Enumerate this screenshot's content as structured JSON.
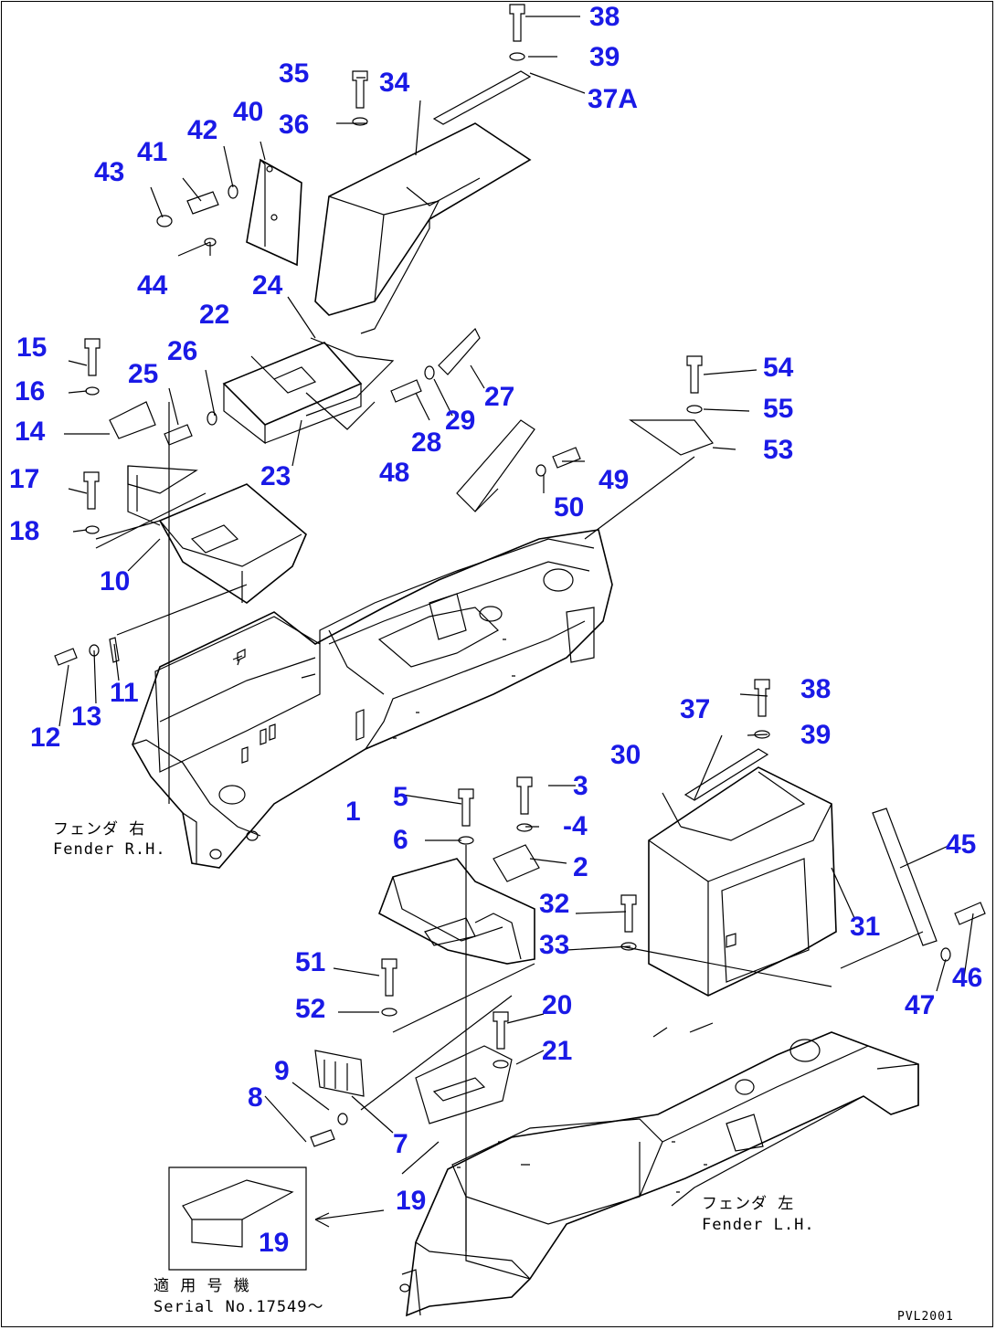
{
  "diagram": {
    "part_labels": {
      "p1": "1",
      "p2": "2",
      "p3": "3",
      "p4": "-4",
      "p5": "5",
      "p6": "6",
      "p7": "7",
      "p8": "8",
      "p9": "9",
      "p10": "10",
      "p11": "11",
      "p12": "12",
      "p13": "13",
      "p14": "14",
      "p15": "15",
      "p16": "16",
      "p17": "17",
      "p18": "18",
      "p19a": "19",
      "p19b": "19",
      "p20": "20",
      "p21": "21",
      "p22": "22",
      "p23": "23",
      "p24": "24",
      "p25": "25",
      "p26": "26",
      "p27": "27",
      "p28": "28",
      "p29": "29",
      "p30": "30",
      "p31": "31",
      "p32": "32",
      "p33": "33",
      "p34": "34",
      "p35": "35",
      "p36": "36",
      "p37": "37",
      "p37a": "37A",
      "p38a": "38",
      "p38b": "38",
      "p39a": "39",
      "p39b": "39",
      "p40": "40",
      "p41": "41",
      "p42": "42",
      "p43": "43",
      "p44": "44",
      "p45": "45",
      "p46": "46",
      "p47": "47",
      "p48": "48",
      "p49": "49",
      "p50": "50",
      "p51": "51",
      "p52": "52",
      "p53": "53",
      "p54": "54",
      "p55": "55"
    },
    "captions": {
      "fender_rh_jp": "フェンダ 右",
      "fender_rh_en": "Fender R.H.",
      "fender_lh_jp": "フェンダ 左",
      "fender_lh_en": "Fender L.H.",
      "serial_jp": "適 用 号 機",
      "serial_en": "Serial No.17549～",
      "drawing_code": "PVL2001"
    },
    "colors": {
      "label": "#1a1ae6",
      "line": "#000000",
      "background": "#ffffff"
    }
  }
}
